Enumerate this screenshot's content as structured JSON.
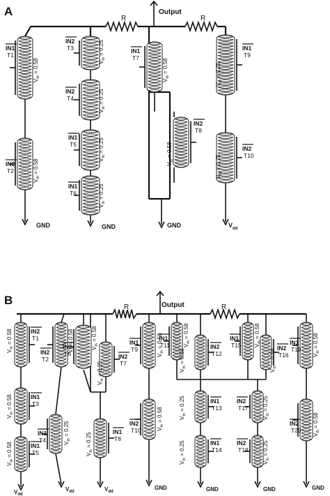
{
  "panels": [
    {
      "letter": "A",
      "output_label": "Output",
      "resistors": [
        "R",
        "R"
      ],
      "rails": [
        {
          "name": "rail-gnd-1",
          "text": "GND"
        },
        {
          "name": "rail-gnd-2",
          "text": "GND"
        },
        {
          "name": "rail-gnd-3",
          "text": "GND"
        },
        {
          "name": "rail-vdd-1",
          "text": "V",
          "sub": "dd"
        }
      ],
      "devices": [
        {
          "name": "T1",
          "t": "T1",
          "in": "IN1",
          "vth": "= 0.58",
          "side": "left"
        },
        {
          "name": "T2",
          "t": "T2",
          "in": "IN2",
          "vth": "= 0.58",
          "side": "left"
        },
        {
          "name": "T3",
          "t": "T3",
          "in": "IN2",
          "vth": "= 0.25",
          "side": "left"
        },
        {
          "name": "T4",
          "t": "T4",
          "in": "IN2",
          "vth": "= 0.25",
          "side": "left"
        },
        {
          "name": "T5",
          "t": "T5",
          "in": "IN1",
          "vth": "= 0.25",
          "side": "left"
        },
        {
          "name": "T6",
          "t": "T6",
          "in": "IN1",
          "vth": "= 0.25",
          "side": "left"
        },
        {
          "name": "T7",
          "t": "T7",
          "in": "IN1",
          "vth": "= 0.58",
          "side": "left"
        },
        {
          "name": "T8",
          "t": "T8",
          "in": "IN2",
          "vth": "= 0.58",
          "side": "right"
        },
        {
          "name": "T9",
          "t": "T9",
          "in": "IN1",
          "vth": "= 0.25",
          "side": "right"
        },
        {
          "name": "T10",
          "t": "T10",
          "in": "IN2",
          "vth": "= 0.25",
          "side": "right"
        }
      ]
    },
    {
      "letter": "B",
      "output_label": "Output",
      "resistors": [
        "R",
        "R"
      ],
      "rails": [
        {
          "name": "rail-vdd-1",
          "text": "V",
          "sub": "dd"
        },
        {
          "name": "rail-vdd-2",
          "text": "V",
          "sub": "dd"
        },
        {
          "name": "rail-vdd-3",
          "text": "V",
          "sub": "dd"
        },
        {
          "name": "rail-gnd-1",
          "text": "GND"
        },
        {
          "name": "rail-gnd-2",
          "text": "GND"
        },
        {
          "name": "rail-gnd-3",
          "text": "GND"
        },
        {
          "name": "rail-gnd-4",
          "text": "GND"
        }
      ],
      "devices": [
        {
          "name": "T1",
          "t": "T1",
          "in": "IN2",
          "vth": "= 0.58",
          "side": "right"
        },
        {
          "name": "T2",
          "t": "T2",
          "in": "IN2",
          "vth": "= 0.58",
          "side": "left"
        },
        {
          "name": "T3",
          "t": "T3",
          "in": "IN1",
          "vth": "= 0.58",
          "side": "right"
        },
        {
          "name": "T4",
          "t": "T4",
          "in": "IN1",
          "vth": "= 0.25",
          "side": "left"
        },
        {
          "name": "T5",
          "t": "T5",
          "in": "IN1",
          "vth": "= 0.58",
          "side": "right"
        },
        {
          "name": "T6",
          "t": "T6",
          "in": "IN2",
          "vth": "= 0.58",
          "side": "left"
        },
        {
          "name": "T7",
          "t": "T7",
          "in": "IN2",
          "vth": "= 0.25",
          "side": "right"
        },
        {
          "name": "T8",
          "t": "T8",
          "in": "IN1",
          "vth": "= 0.25",
          "side": "right"
        },
        {
          "name": "T9",
          "t": "T9",
          "in": "IN1",
          "vth": "= 0.58",
          "side": "left"
        },
        {
          "name": "T10",
          "t": "T10",
          "in": "IN2",
          "vth": "= 0.58",
          "side": "left"
        },
        {
          "name": "T11",
          "t": "T11",
          "in": "IN1",
          "vth": "= 0.58",
          "side": "left"
        },
        {
          "name": "T12",
          "t": "T12",
          "in": "IN2",
          "vth": "= 0.58",
          "side": "right"
        },
        {
          "name": "T13",
          "t": "T13",
          "in": "IN1",
          "vth": "= 0.25",
          "side": "right"
        },
        {
          "name": "T14",
          "t": "T14",
          "in": "IN1",
          "vth": "= 0.25",
          "side": "right"
        },
        {
          "name": "T15",
          "t": "T15",
          "in": "IN1",
          "vth": "= 0.58",
          "side": "left"
        },
        {
          "name": "T16",
          "t": "T16",
          "in": "IN2",
          "vth": "= 0.58",
          "side": "right"
        },
        {
          "name": "T17",
          "t": "T17",
          "in": "IN2",
          "vth": "= 0.25",
          "side": "left"
        },
        {
          "name": "T18",
          "t": "T18",
          "in": "IN2",
          "vth": "= 0.25",
          "side": "left"
        },
        {
          "name": "T19",
          "t": "T19",
          "in": "IN1",
          "vth": "= 0.58",
          "side": "left"
        },
        {
          "name": "T20",
          "t": "T20",
          "in": "IN2",
          "vth": "= 0.58",
          "side": "left"
        }
      ]
    }
  ]
}
